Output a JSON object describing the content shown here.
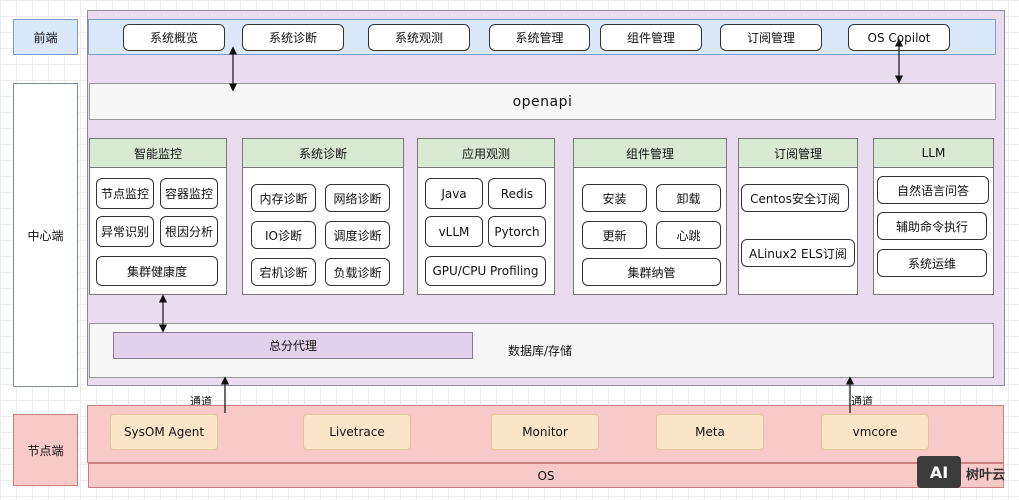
{
  "tiers": {
    "front": "前端",
    "center": "中心端",
    "node": "节点端"
  },
  "front_nav": [
    "系统概览",
    "系统诊断",
    "系统观测",
    "系统管理",
    "组件管理",
    "订阅管理",
    "OS Copilot"
  ],
  "openapi": "openapi",
  "modules": {
    "monitor": {
      "title": "智能监控",
      "items": [
        "节点监控",
        "容器监控",
        "异常识别",
        "根因分析",
        "集群健康度"
      ]
    },
    "diagnosis": {
      "title": "系统诊断",
      "items": [
        "内存诊断",
        "网络诊断",
        "IO诊断",
        "调度诊断",
        "宕机诊断",
        "负载诊断"
      ]
    },
    "observe": {
      "title": "应用观测",
      "items": [
        "Java",
        "Redis",
        "vLLM",
        "Pytorch",
        "GPU/CPU Profiling"
      ]
    },
    "component": {
      "title": "组件管理",
      "items": [
        "安装",
        "卸载",
        "更新",
        "心跳",
        "集群纳管"
      ]
    },
    "subscription": {
      "title": "订阅管理",
      "items": [
        "Centos安全订阅",
        "ALinux2 ELS订阅"
      ]
    },
    "llm": {
      "title": "LLM",
      "items": [
        "自然语言问答",
        "辅助命令执行",
        "系统运维"
      ]
    }
  },
  "proxy": "总分代理",
  "storage": "数据库/存储",
  "channel_left": "通道",
  "channel_right": "通道",
  "node_components": [
    "SysOM Agent",
    "Livetrace",
    "Monitor",
    "Meta",
    "vmcore"
  ],
  "os": "OS",
  "logo": {
    "mark": "AI",
    "text": "树叶云"
  }
}
